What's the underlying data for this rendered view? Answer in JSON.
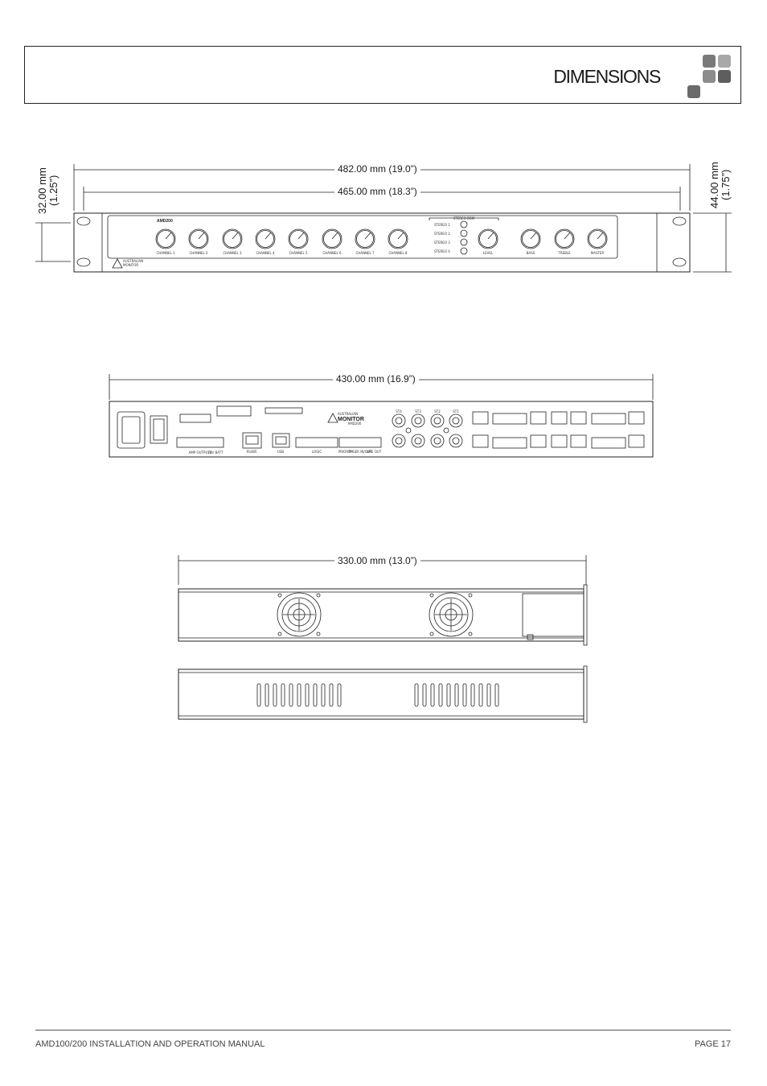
{
  "header": {
    "title": "DIMENSIONS",
    "logo_colors": [
      "#7a7a7a",
      "#a8a8a8",
      "#5e5e5e",
      "#8c8c8c",
      "#6a6a6a"
    ]
  },
  "front_panel": {
    "width_outer": "482.00 mm (19.0”)",
    "width_inner": "465.00 mm (18.3”)",
    "height_left_mm": "32.00 mm",
    "height_left_in": "(1.25”)",
    "height_right_mm": "44.00 mm",
    "height_right_in": "(1.75”)",
    "model": "AMD200",
    "brand": [
      "AUSTRALIAN",
      "MONITOR"
    ],
    "channels": [
      "CHANNEL 1",
      "CHANNEL 2",
      "CHANNEL 3",
      "CHANNEL 4",
      "CHANNEL 5",
      "CHANNEL 6",
      "CHANNEL 7",
      "CHANNEL 8"
    ],
    "stereo_header": "STEREO BGM",
    "stereo": [
      "STEREO   1",
      "STEREO   2",
      "STEREO   3",
      "STEREO   4"
    ],
    "right_knobs": [
      "LEVEL",
      "BASS",
      "TREBLE",
      "MASTER"
    ]
  },
  "rear_panel": {
    "width": "430.00 mm (16.9”)",
    "labels": [
      "AMP OUTPUTS",
      "24V BATT",
      "RS485",
      "USB",
      "LOGIC",
      "PRIORITY",
      "PAGER IN/OUT",
      "LINE OUT"
    ],
    "brand": [
      "AUSTRALIAN",
      "MONITOR"
    ],
    "model": "AMD200",
    "rca_labels": [
      "ST4",
      "ST3",
      "ST2",
      "ST1"
    ]
  },
  "side_view": {
    "depth": "330.00 mm (13.0”)"
  },
  "footer": {
    "left": "AMD100/200 INSTALLATION AND OPERATION MANUAL",
    "right": "PAGE 17"
  }
}
